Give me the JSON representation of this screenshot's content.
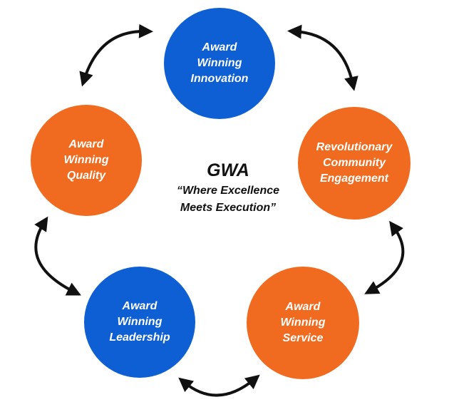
{
  "colors": {
    "blue": "#0d5fd3",
    "orange": "#f06b1f",
    "arrow": "#111111"
  },
  "center": {
    "title": "GWA",
    "tagline": "“Where Excellence\nMeets Execution”"
  },
  "nodes": [
    {
      "id": "innovation",
      "label": "Award\nWinning\nInnovation",
      "color": "blue"
    },
    {
      "id": "community",
      "label": "Revolutionary\nCommunity\nEngagement",
      "color": "orange"
    },
    {
      "id": "service",
      "label": "Award\nWinning\nService",
      "color": "orange"
    },
    {
      "id": "leadership",
      "label": "Award\nWinning\nLeadership",
      "color": "blue"
    },
    {
      "id": "quality",
      "label": "Award\nWinning\nQuality",
      "color": "orange"
    }
  ]
}
